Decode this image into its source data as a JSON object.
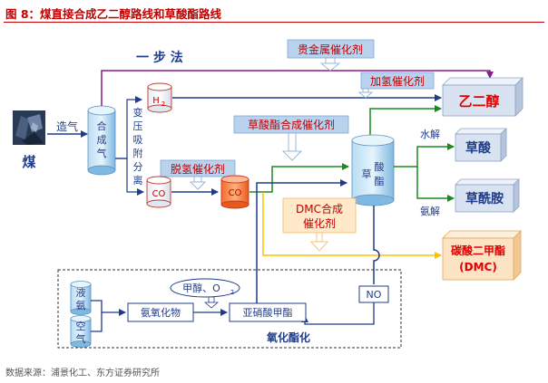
{
  "figure": {
    "title": "图 8：煤直接合成乙二醇路线和草酸酯路线",
    "source": "数据来源：浦景化工、东方证券研究所"
  },
  "nodes": {
    "coal": "煤",
    "gasify": "造气",
    "syngas": "合成气",
    "psa": [
      "变",
      "压",
      "吸",
      "附",
      "分",
      "离"
    ],
    "h2": "H",
    "h2_sub": "2",
    "co_left": "CO",
    "co_right": "CO",
    "one_step": "一 步 法",
    "noble_catalyst": "贵金属催化剂",
    "dehydro_catalyst": "脱氢催化剂",
    "hydro_catalyst": "加氢催化剂",
    "oxalate_catalyst": "草酸酯合成催化剂",
    "dmc_catalyst": [
      "DMC合成",
      "催化剂"
    ],
    "oxalate_reactor": [
      "草",
      "酸",
      "酯"
    ],
    "ethylene_glycol": "乙二醇",
    "oxalic_acid": "草酸",
    "oxamide": "草酰胺",
    "dmc_product": [
      "碳酸二甲酯",
      "(DMC)"
    ],
    "hydrolysis": "水解",
    "ammonolysis": "氨解",
    "no": "NO",
    "liquid_ammonia": [
      "液",
      "氨"
    ],
    "air": [
      "空",
      "气"
    ],
    "ammonia_oxidation": "氨氧化物",
    "methanol_o2": "甲醇、O",
    "methanol_o2_sub": "2",
    "methyl_nitrite": "亚硝酸甲酯",
    "esterification": "氧化酯化"
  },
  "colors": {
    "title_red": "#c00000",
    "product_red": "#e00000",
    "arrow_blue": "#1f3c8a",
    "arrow_purple": "#8a1a8a",
    "arrow_green": "#1c8a1c",
    "arrow_yellow": "#ffc000",
    "catalyst_blue": "#b9d3ef",
    "catalyst_orange": "#ffe9c8",
    "product_box": "#d9e2f1",
    "dmc_box": "#fce3c4",
    "cylinder_blue": "#8ec4e8",
    "cylinder_orange": "#f47a3a"
  }
}
